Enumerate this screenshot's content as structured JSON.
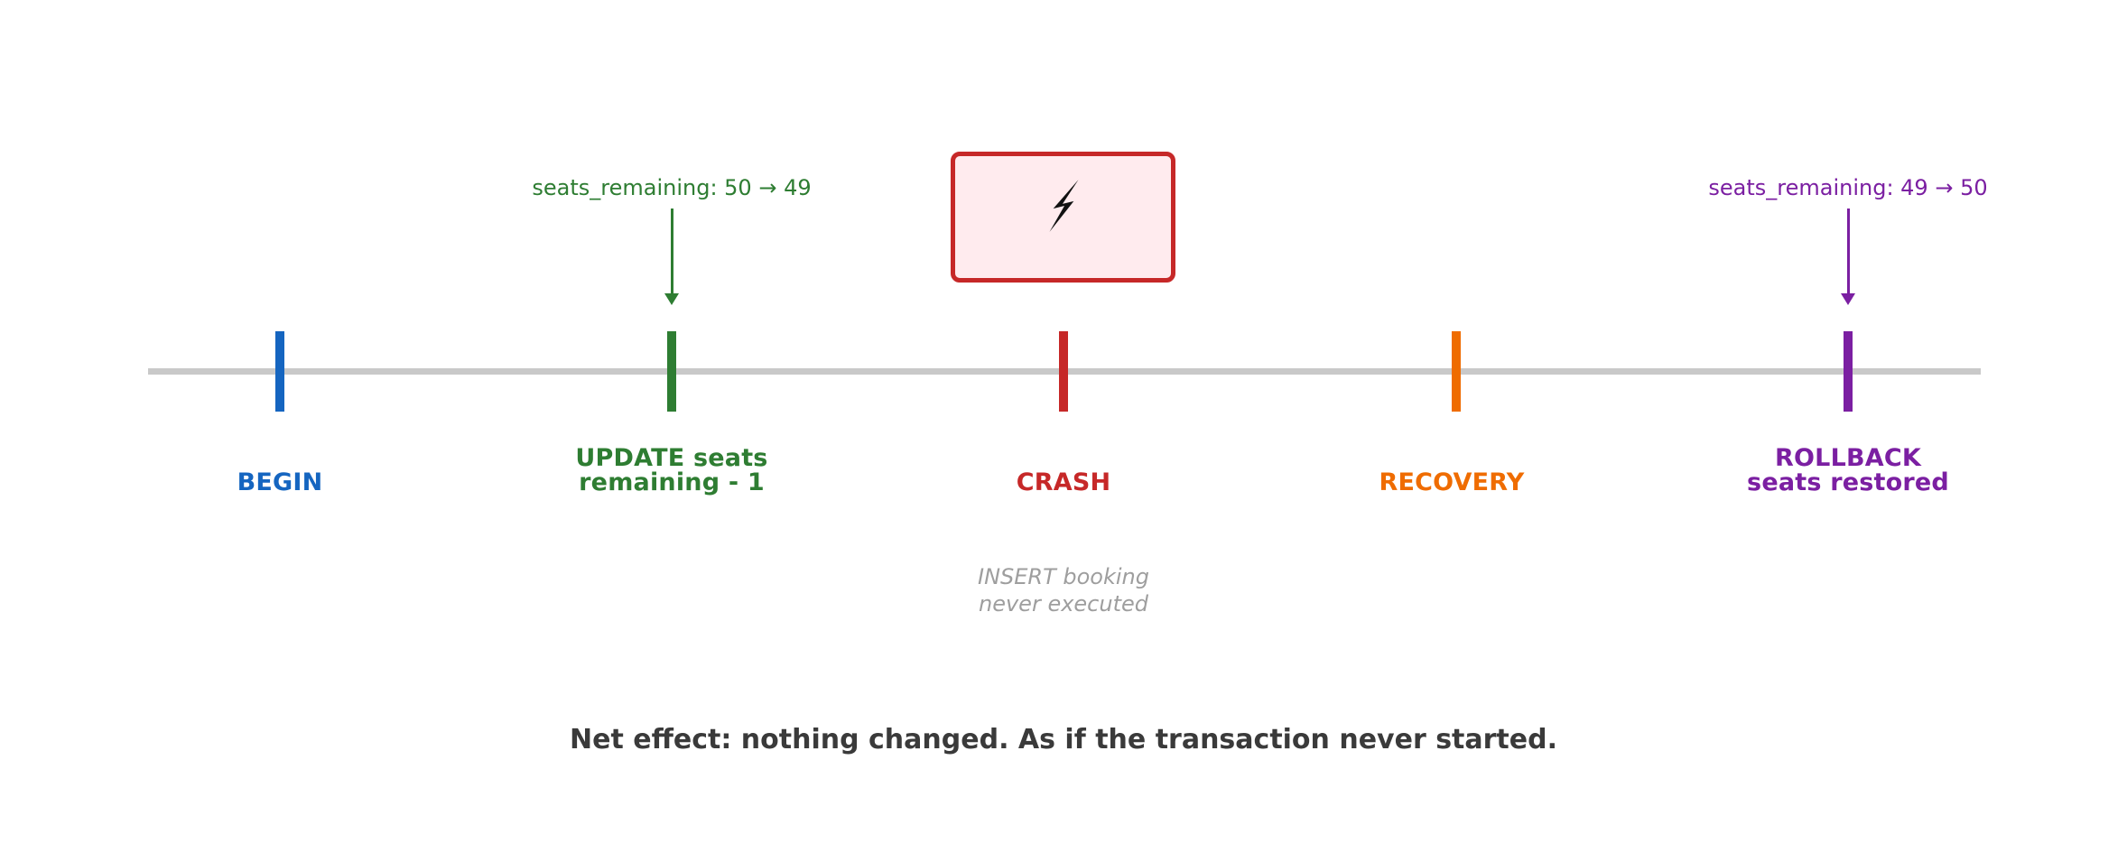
{
  "page": {
    "background_color": "#FFFFFF",
    "caption": "Net effect: nothing changed. As if the transaction never started."
  },
  "timeline": {
    "line_color": "#C9C9C9",
    "events": [
      {
        "key": "begin",
        "label": "BEGIN",
        "color": "#1565C0"
      },
      {
        "key": "update",
        "label": "UPDATE seats\nremaining - 1",
        "color": "#2E7D32",
        "annotation": {
          "text": "seats_remaining: 50 → 49",
          "color": "#2E7D32"
        }
      },
      {
        "key": "crash",
        "label": "CRASH",
        "color": "#C62828",
        "icon": "lightning-bolt-icon",
        "box": {
          "fill": "#FFEBEE",
          "border": "#C62828"
        },
        "note": "INSERT booking\nnever executed",
        "note_color": "#9E9E9E"
      },
      {
        "key": "recovery",
        "label": "RECOVERY",
        "color": "#EF6C00"
      },
      {
        "key": "rollback",
        "label": "ROLLBACK\nseats restored",
        "color": "#7B1FA2",
        "annotation": {
          "text": "seats_remaining: 49 → 50",
          "color": "#7B1FA2"
        }
      }
    ]
  }
}
